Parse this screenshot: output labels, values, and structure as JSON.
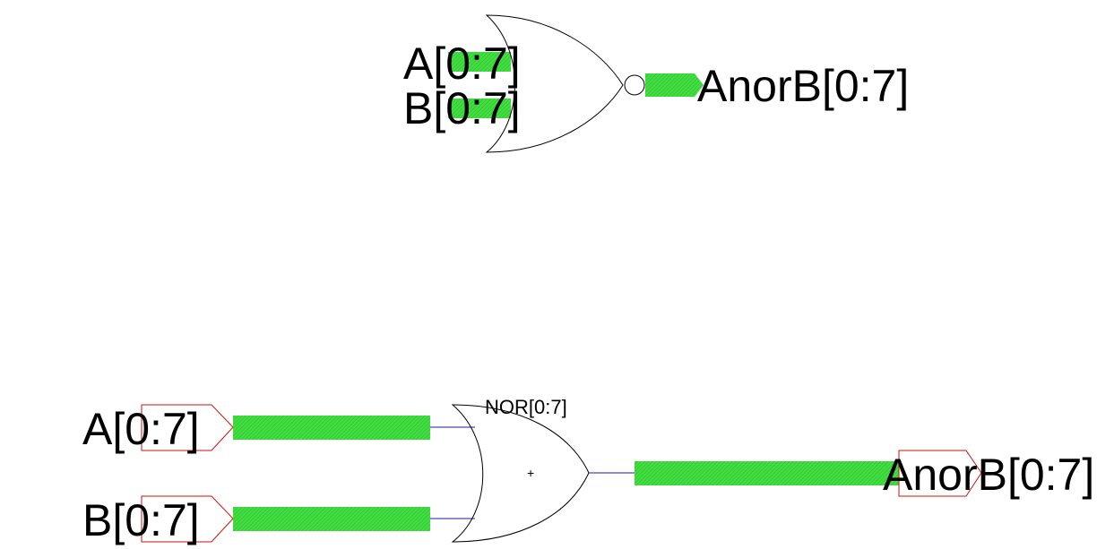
{
  "colors": {
    "bus": "#44dd44",
    "bus_hatch": "#22bb22",
    "wire": "#1a1aa8",
    "port_outline": "#cc1111",
    "gate_outline": "#000000",
    "background": "#ffffff"
  },
  "symbol": {
    "input_a": "A[0:7]",
    "input_b": "B[0:7]",
    "output": "AnorB[0:7]"
  },
  "schematic": {
    "port_a": "A[0:7]",
    "port_b": "B[0:7]",
    "port_out": "AnorB[0:7]",
    "gate_label": "NOR[0:7]"
  }
}
